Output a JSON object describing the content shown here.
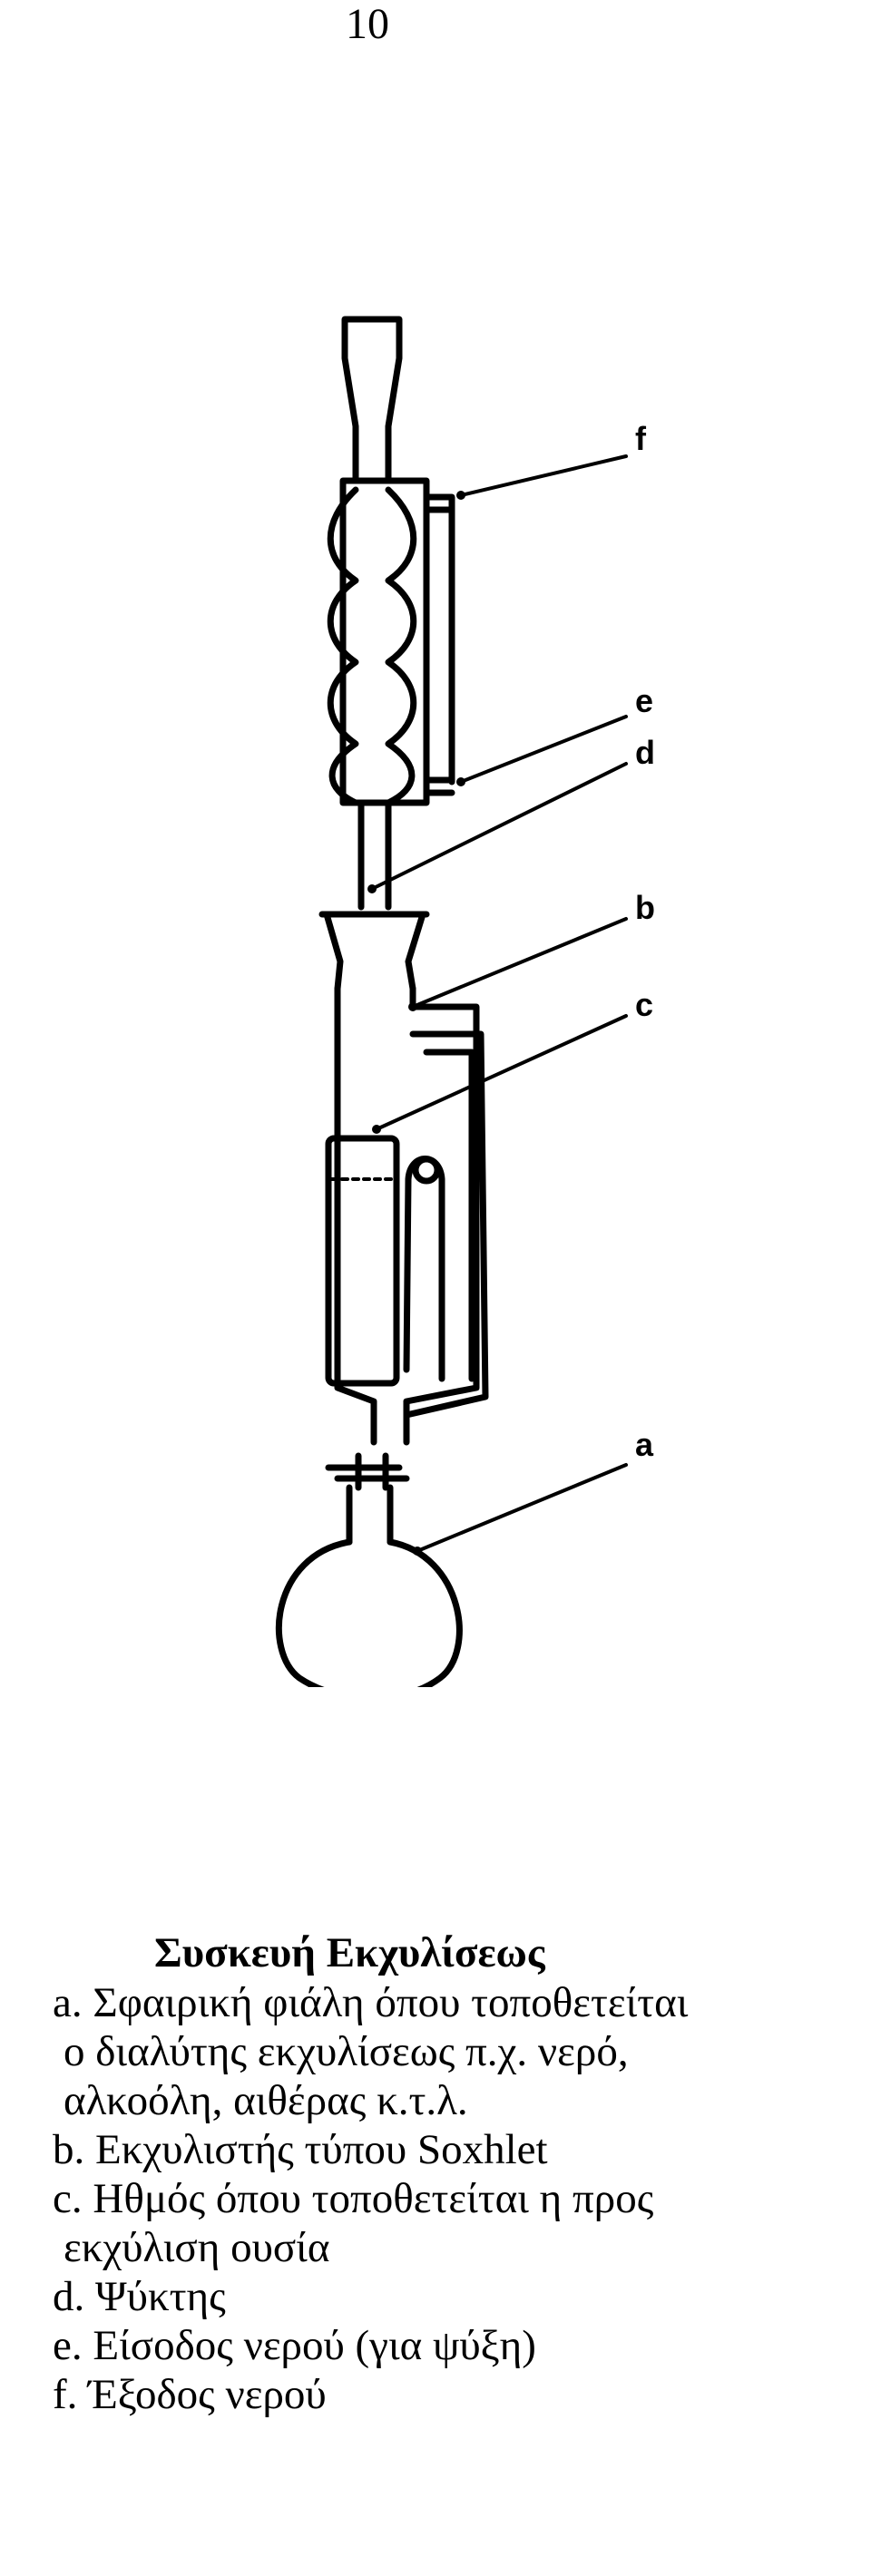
{
  "page_number": "10",
  "diagram": {
    "labels": [
      "f",
      "e",
      "d",
      "b",
      "c",
      "a"
    ]
  },
  "caption": {
    "title": "Συσκευή Εκχυλίσεως",
    "items": [
      {
        "key": "a.",
        "lines": [
          "Σφαιρική φιάλη όπου τοποθετείται",
          "ο διαλύτης εκχυλίσεως π.χ. νερό,",
          "αλκοόλη, αιθέρας κ.τ.λ."
        ]
      },
      {
        "key": "b.",
        "lines": [
          "Εκχυλιστής τύπου Soxhlet"
        ]
      },
      {
        "key": "c.",
        "lines": [
          "Ηθμός όπου τοποθετείται η προς",
          "εκχύλιση ουσία"
        ]
      },
      {
        "key": "d.",
        "lines": [
          "Ψύκτης"
        ]
      },
      {
        "key": "e.",
        "lines": [
          "Είσοδος νερού (για ψύξη)"
        ]
      },
      {
        "key": "f.",
        "lines": [
          "Έξοδος νερού"
        ]
      }
    ]
  }
}
